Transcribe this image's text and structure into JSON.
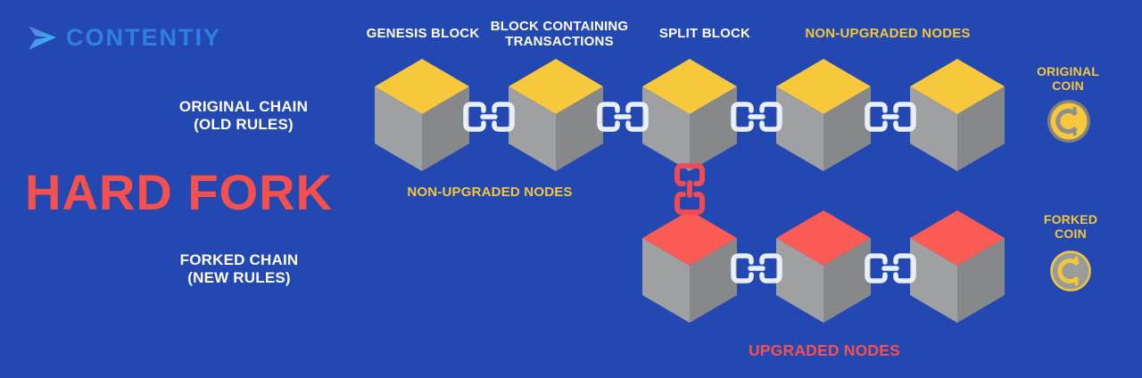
{
  "logo": {
    "text": "CONTENTIY",
    "icon": "send-arrow-icon"
  },
  "title": {
    "text": "HARD FORK"
  },
  "chains": {
    "original": {
      "line1": "ORIGINAL CHAIN",
      "line2": "(OLD RULES)"
    },
    "forked": {
      "line1": "FORKED CHAIN",
      "line2": "(NEW RULES)"
    }
  },
  "labels": {
    "genesis_block": "GENESIS BLOCK",
    "block_containing_line1": "BLOCK CONTAINING",
    "block_containing_line2": "TRANSACTIONS",
    "split_block": "SPLIT BLOCK",
    "non_upgraded_top": "NON-UPGRADED NODES",
    "non_upgraded_mid": "NON-UPGRADED NODES",
    "upgraded": "UPGRADED NODES"
  },
  "coins": {
    "original": {
      "line1": "ORIGINAL",
      "line2": "COIN",
      "style": "yellow-coin-gray-symbol"
    },
    "forked": {
      "line1": "FORKED",
      "line2": "COIN",
      "style": "gray-coin-yellow-symbol"
    }
  },
  "diagram": {
    "original_row": {
      "cube_count": 5,
      "connector_count": 4,
      "top_color_key": "cube_yellow",
      "connector_color_key": "chain_white"
    },
    "forked_row": {
      "cube_count": 3,
      "connector_count": 2,
      "top_color_key": "cube_red",
      "connector_color_key": "chain_white"
    },
    "split_connector": {
      "orientation": "vertical",
      "color_key": "chain_red"
    }
  },
  "colors": {
    "background": "#2448B2",
    "logo_blue": "#2E7FE0",
    "white": "#FFFFFF",
    "yellow": "#F2C73D",
    "cube_yellow": "#F7C73C",
    "red": "#F4504E",
    "cube_red": "#FA5B55",
    "chain_white": "#E9EFF9",
    "chain_red": "#F04B52",
    "cube_left": "#9FA0A2",
    "cube_right": "#87888A",
    "coin_gray": "#9B9B9B",
    "coin_symbol_gray": "#8F8F8F"
  }
}
